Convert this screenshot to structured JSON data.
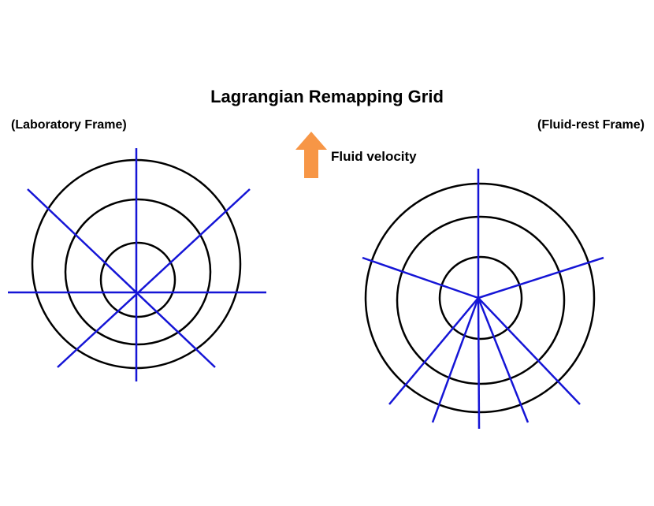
{
  "title": "Lagrangian Remapping Grid",
  "laboratory_frame_label": "(Laboratory Frame)",
  "fluid_rest_frame_label": "(Fluid-rest Frame)",
  "fluid_velocity_label": "Fluid velocity",
  "colors": {
    "circles": "#000000",
    "grid_lines": "#1515d6",
    "arrow": "#f79646"
  },
  "icons": {
    "velocity_arrow": "up-arrow-icon"
  }
}
